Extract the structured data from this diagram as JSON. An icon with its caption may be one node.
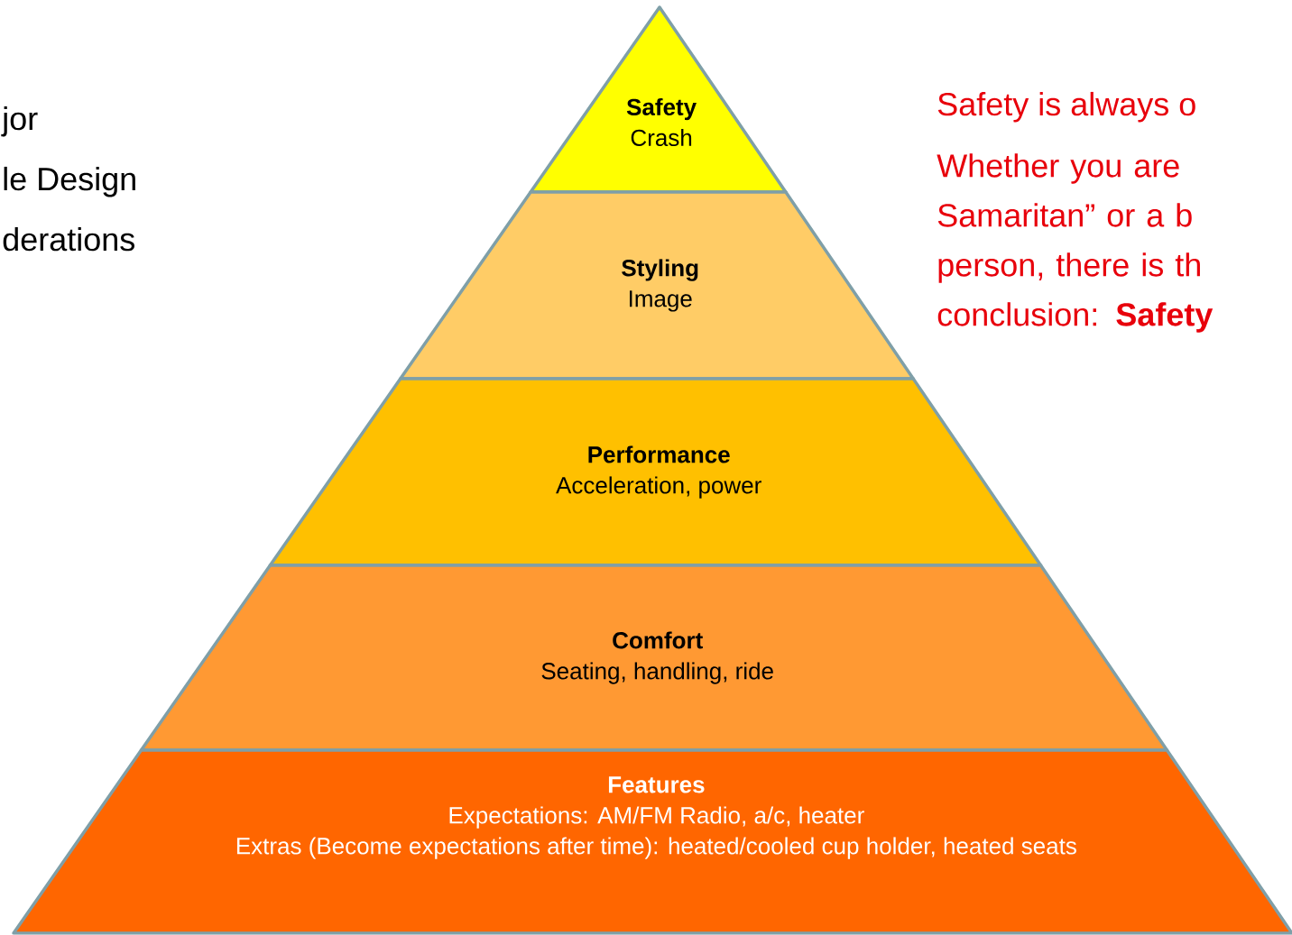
{
  "diagram": {
    "nodes": [
      {
        "text": [
          "Safety",
          "Crash"
        ]
      },
      {
        "text": [
          "Styling",
          "Image"
        ]
      },
      {
        "text": [
          "Performance",
          "Acceleration, power"
        ]
      },
      {
        "text": [
          "Comfort",
          "Seating, handling, ride"
        ]
      },
      {
        "text": [
          "Features",
          "Expectations: AM/FM Radio, a/c, heater",
          "Extras (Become expectations after time): heated/cooled cup holder, heated seats"
        ]
      }
    ],
    "labels": [
      "jor",
      "le Design",
      "derations",
      "Safety is always o",
      "Whether you are Samaritan” or a b person, there is th conclusion: **Safety**"
    ]
  }
}
